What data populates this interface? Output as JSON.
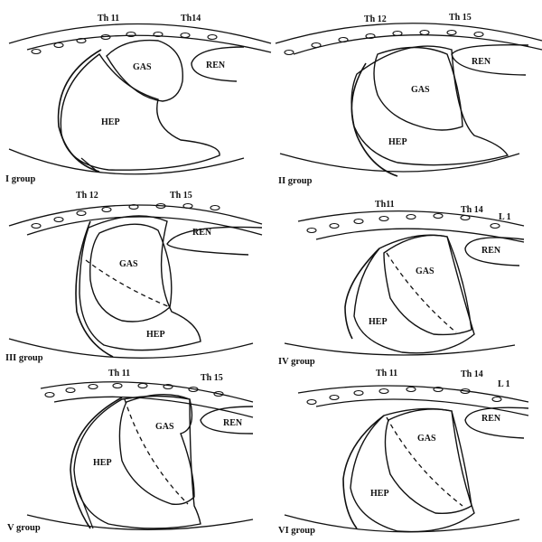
{
  "panels": [
    {
      "group_label": "I group",
      "vertebra_labels": [
        "Th 11",
        "Th14"
      ],
      "organ_labels": [
        "GAS",
        "REN",
        "HEP"
      ]
    },
    {
      "group_label": "II group",
      "vertebra_labels": [
        "Th 12",
        "Th 15"
      ],
      "organ_labels": [
        "GAS",
        "REN",
        "HEP"
      ]
    },
    {
      "group_label": "III group",
      "vertebra_labels": [
        "Th 12",
        "Th 15"
      ],
      "organ_labels": [
        "GAS",
        "REN",
        "HEP"
      ]
    },
    {
      "group_label": "IV group",
      "vertebra_labels": [
        "Th11",
        "Th 14",
        "L 1"
      ],
      "organ_labels": [
        "GAS",
        "REN",
        "HEP"
      ]
    },
    {
      "group_label": "V group",
      "vertebra_labels": [
        "Th 11",
        "Th 15"
      ],
      "organ_labels": [
        "GAS",
        "REN",
        "HEP"
      ]
    },
    {
      "group_label": "VI group",
      "vertebra_labels": [
        "Th 11",
        "Th 14",
        "L 1"
      ],
      "organ_labels": [
        "GAS",
        "REN",
        "HEP"
      ]
    }
  ],
  "colors": {
    "line": "#111111",
    "background": "#ffffff"
  }
}
